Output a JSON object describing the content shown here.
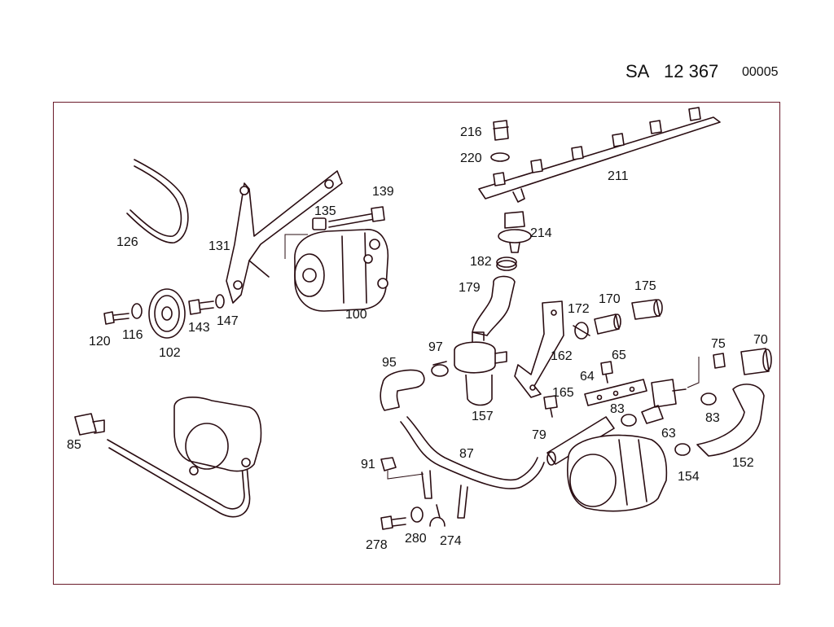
{
  "header": {
    "prefix": "SA",
    "number": "12 367",
    "code": "00005"
  },
  "callouts": {
    "c216": "216",
    "c220": "220",
    "c211": "211",
    "c214": "214",
    "c182": "182",
    "c179": "179",
    "c139": "139",
    "c135": "135",
    "c131": "131",
    "c126": "126",
    "c100": "100",
    "c120": "120",
    "c116": "116",
    "c102": "102",
    "c143": "143",
    "c147": "147",
    "c172": "172",
    "c170": "170",
    "c175": "175",
    "c95": "95",
    "c97": "97",
    "c162": "162",
    "c65": "65",
    "c64": "64",
    "c75": "75",
    "c70": "70",
    "c165": "165",
    "c157": "157",
    "c83a": "83",
    "c83b": "83",
    "c63": "63",
    "c79": "79",
    "c85": "85",
    "c87": "87",
    "c91": "91",
    "c154": "154",
    "c152": "152",
    "c278": "278",
    "c280": "280",
    "c274": "274"
  },
  "colors": {
    "frame": "#6a1b2a",
    "lines": "#2a0d12",
    "text": "#111111"
  }
}
